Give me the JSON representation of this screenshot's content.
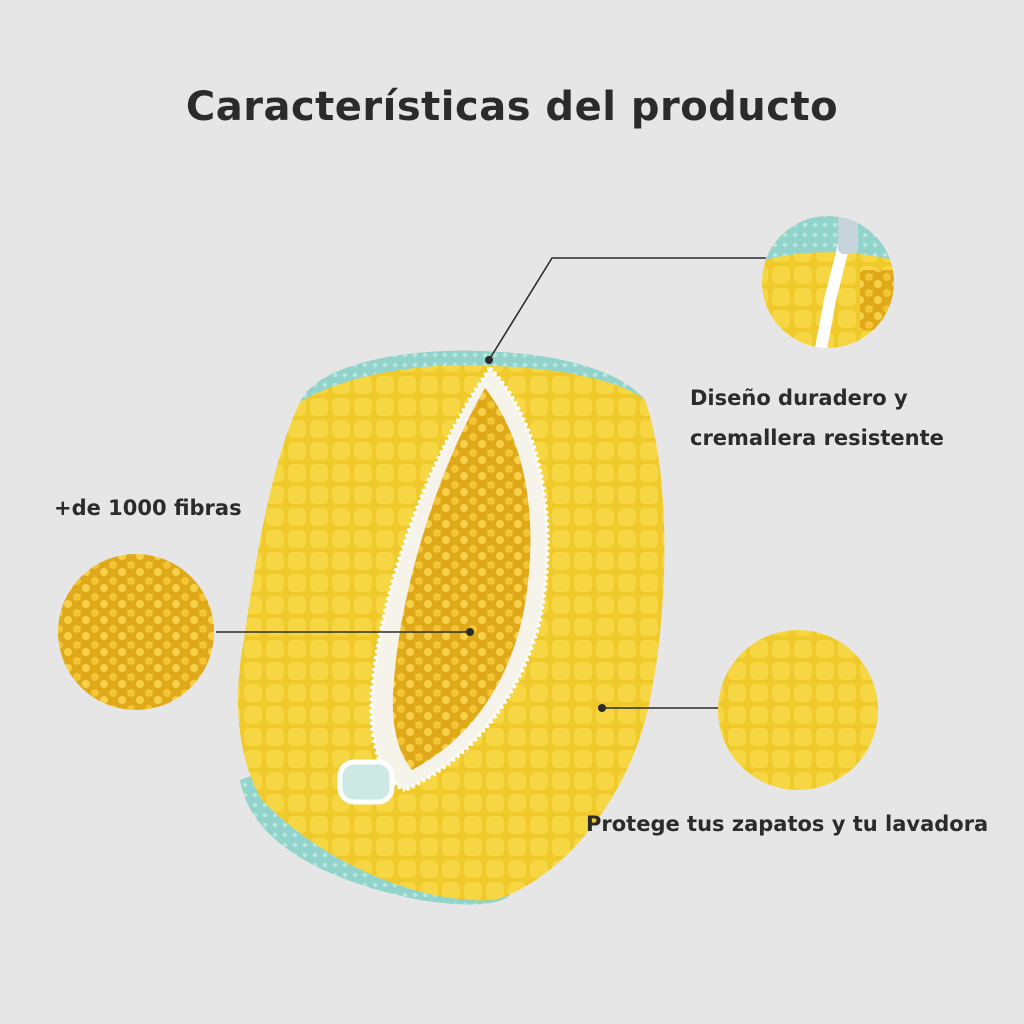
{
  "title": "Características del producto",
  "features": [
    {
      "line1": "Diseño duradero y",
      "line2": "cremallera resistente"
    },
    {
      "text": "+de 1000 fibras"
    },
    {
      "text": "Protege tus zapatos y tu lavadora"
    }
  ],
  "colors": {
    "background": "#e6e6e6",
    "fabric_yellow": "#f2cc2e",
    "mesh_teal": "#9ad8d0",
    "text": "#2b2b2b"
  }
}
